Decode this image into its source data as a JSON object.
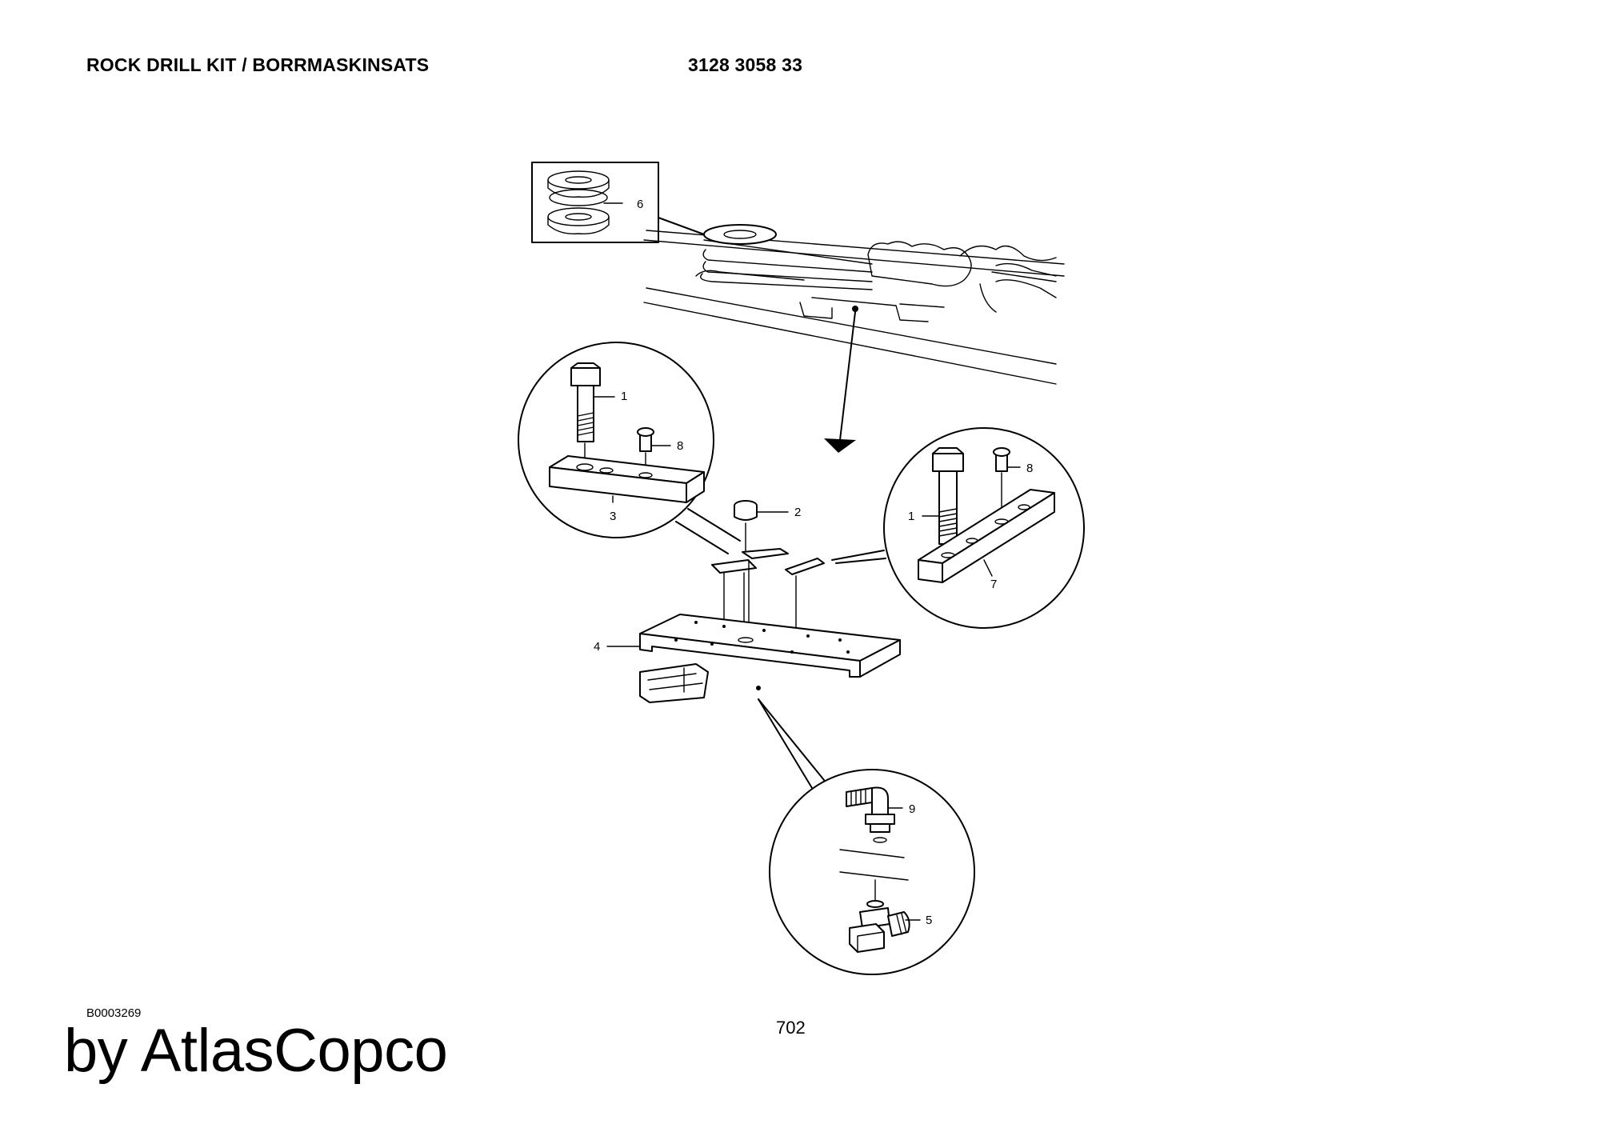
{
  "header": {
    "title": "ROCK DRILL KIT / BORRMASKINSATS",
    "part_number": "3128 3058 33"
  },
  "callouts": [
    "1",
    "2",
    "3",
    "4",
    "5",
    "6",
    "7",
    "8",
    "9"
  ],
  "footer": {
    "drawing_code": "B0003269",
    "page_number": "702",
    "brand": "by AtlasCopco"
  }
}
